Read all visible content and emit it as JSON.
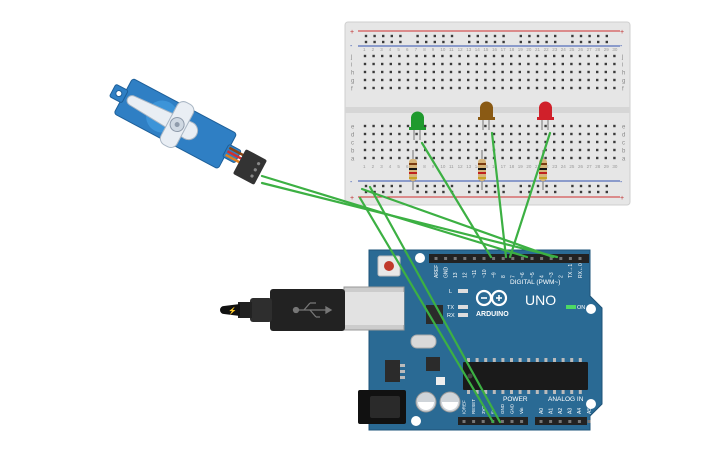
{
  "breadboard": {
    "rail_plus": "+",
    "rail_minus": "-",
    "row_letters_top": [
      "j",
      "i",
      "h",
      "g",
      "f"
    ],
    "row_letters_bottom": [
      "e",
      "d",
      "c",
      "b",
      "a"
    ],
    "column_numbers": [
      "1",
      "2",
      "3",
      "4",
      "5",
      "6",
      "7",
      "8",
      "9",
      "10",
      "11",
      "12",
      "13",
      "14",
      "15",
      "16",
      "17",
      "18",
      "19",
      "20",
      "21",
      "22",
      "23",
      "24",
      "25",
      "26",
      "27",
      "28",
      "29",
      "30"
    ]
  },
  "leds": [
    {
      "color": "#1f9a2e"
    },
    {
      "color": "#8a5a14"
    },
    {
      "color": "#d0202a"
    }
  ],
  "wire_color": "#3cb043",
  "arduino": {
    "board_color": "#2a6a94",
    "logo_text": "ARDUINO",
    "model_text": "UNO",
    "digital_label": "DIGITAL (PWM~)",
    "power_label": "POWER",
    "analog_label": "ANALOG IN",
    "on_label": "ON",
    "led_labels": [
      "L",
      "TX",
      "RX"
    ],
    "top_pin_labels": [
      "AREF",
      "GND",
      "13",
      "12",
      "~11",
      "~10",
      "~9",
      "8",
      "7",
      "~6",
      "~5",
      "4",
      "~3",
      "2",
      "TX→1",
      "RX←0"
    ],
    "power_pin_labels": [
      "IOREF",
      "RESET",
      "3V3",
      "5V",
      "GND",
      "GND",
      "Vin"
    ],
    "analog_pin_labels": [
      "A0",
      "A1",
      "A2",
      "A3",
      "A4",
      "A5"
    ]
  }
}
